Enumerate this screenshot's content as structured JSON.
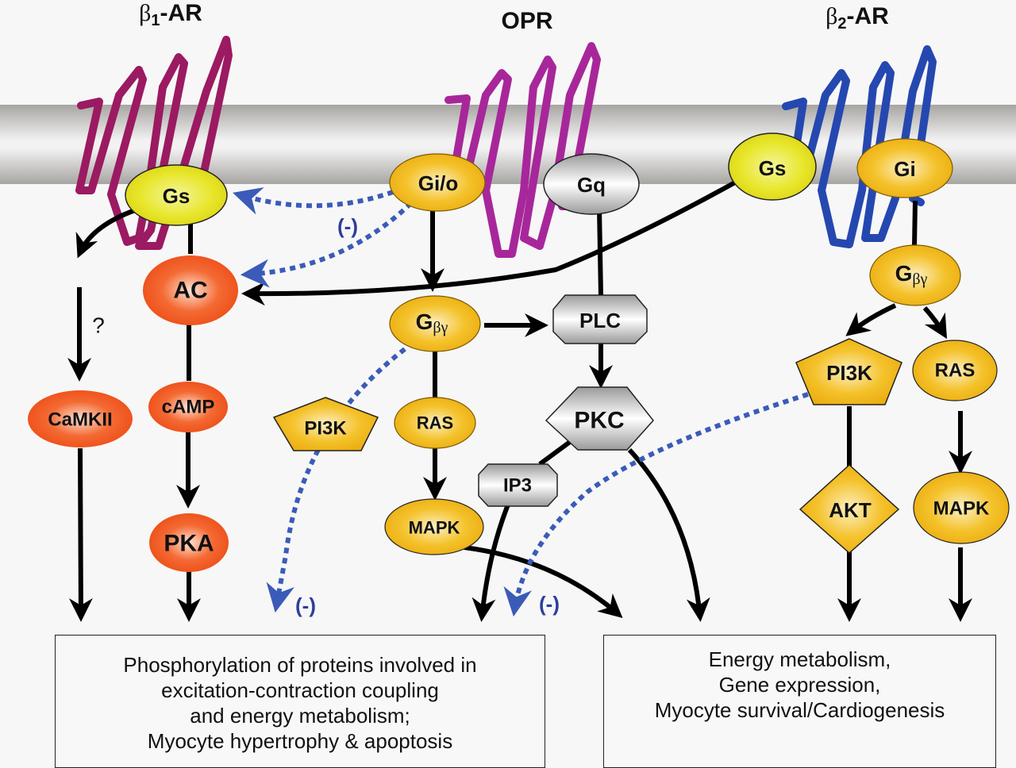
{
  "colors": {
    "background": "#f7f7f7",
    "membrane": "#b0aeab",
    "beta1_receptor": "#9b1a62",
    "opr_receptor": "#a7279a",
    "beta2_receptor": "#2548b0",
    "gs_fill": "#e6e31f",
    "gi_fill": "#f2b716",
    "camp_pathway_fill": "#f04a16",
    "gq_fill": "#cfcfcf",
    "inhibitory_dotted": "#3b5bb8",
    "inhibition_label": "#2d3f9b",
    "arrow": "#000000"
  },
  "receptors": {
    "beta1": {
      "prefix": "β",
      "subscript": "1",
      "suffix": "-AR"
    },
    "opr": {
      "label": "OPR"
    },
    "beta2": {
      "prefix": "β",
      "subscript": "2",
      "suffix": "-AR"
    }
  },
  "nodes": {
    "gs_b1": "Gs",
    "gio": "Gi/o",
    "gq": "Gq",
    "gs_b2": "Gs",
    "gi_b2": "Gi",
    "ac": "AC",
    "gbg_opr": {
      "main": "G",
      "sub": "βγ"
    },
    "gbg_b2": {
      "main": "G",
      "sub": "βγ"
    },
    "plc": "PLC",
    "camkii": "CaMKII",
    "camp": "cAMP",
    "pi3k_opr": "PI3K",
    "ras_opr": "RAS",
    "pkc": "PKC",
    "ip3": "IP3",
    "mapk_opr": "MAPK",
    "pka": "PKA",
    "pi3k_b2": "PI3K",
    "ras_b2": "RAS",
    "akt": "AKT",
    "mapk_b2": "MAPK"
  },
  "annotations": {
    "question_mark": "?",
    "inhibition_gs": "(-)",
    "inhibition_pi3k": "(-)",
    "inhibition_b2_pi3k": "(-)"
  },
  "outcomes": {
    "left": [
      "Phosphorylation of proteins involved in",
      "excitation-contraction coupling",
      "and energy metabolism;",
      "Myocyte hypertrophy & apoptosis"
    ],
    "right": [
      "Energy metabolism,",
      "Gene expression,",
      "Myocyte survival/Cardiogenesis"
    ]
  }
}
